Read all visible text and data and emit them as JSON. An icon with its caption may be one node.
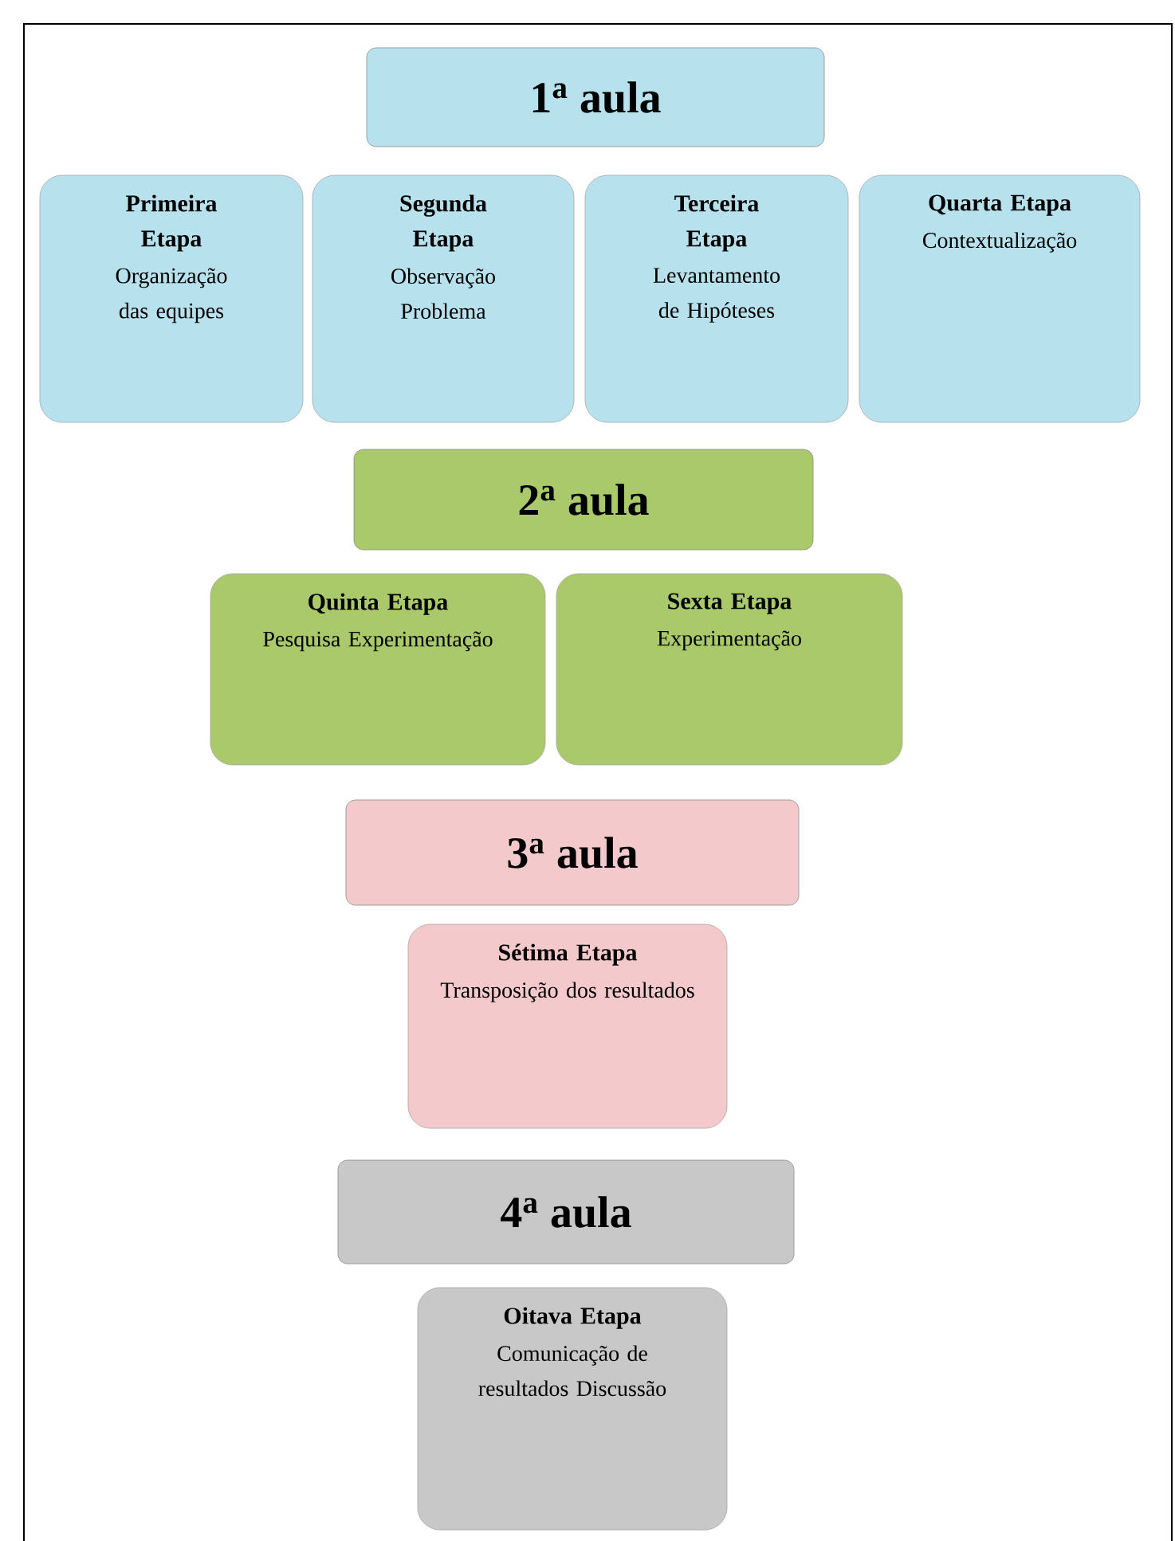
{
  "diagram": {
    "nodes": [
      {
        "text": [
          "1$^{a}$ aula"
        ]
      },
      {
        "text": [
          "Primeira Etapa",
          "Organização das equipes"
        ]
      },
      {
        "text": [
          "Segunda Etapa",
          "Observação Problema"
        ]
      },
      {
        "text": [
          "Terceira Etapa",
          "Levantamento de Hipóteses"
        ]
      },
      {
        "text": [
          "Quarta Etapa",
          "Contextualização"
        ]
      },
      {
        "text": [
          "2$^{a}$ aula"
        ]
      },
      {
        "text": [
          "Quinta Etapa",
          "Pesquisa Experimentação"
        ]
      },
      {
        "text": [
          "Sexta Etapa",
          "Experimentação"
        ]
      },
      {
        "text": [
          "3$^{a}$ aula"
        ]
      },
      {
        "text": [
          "Sétima Etapa",
          "Transposição dos resultados"
        ]
      },
      {
        "text": [
          "4$^{a}$ aula"
        ]
      },
      {
        "text": [
          "Oitava Etapa",
          "Comunicação de resultados Discussão"
        ]
      }
    ]
  }
}
